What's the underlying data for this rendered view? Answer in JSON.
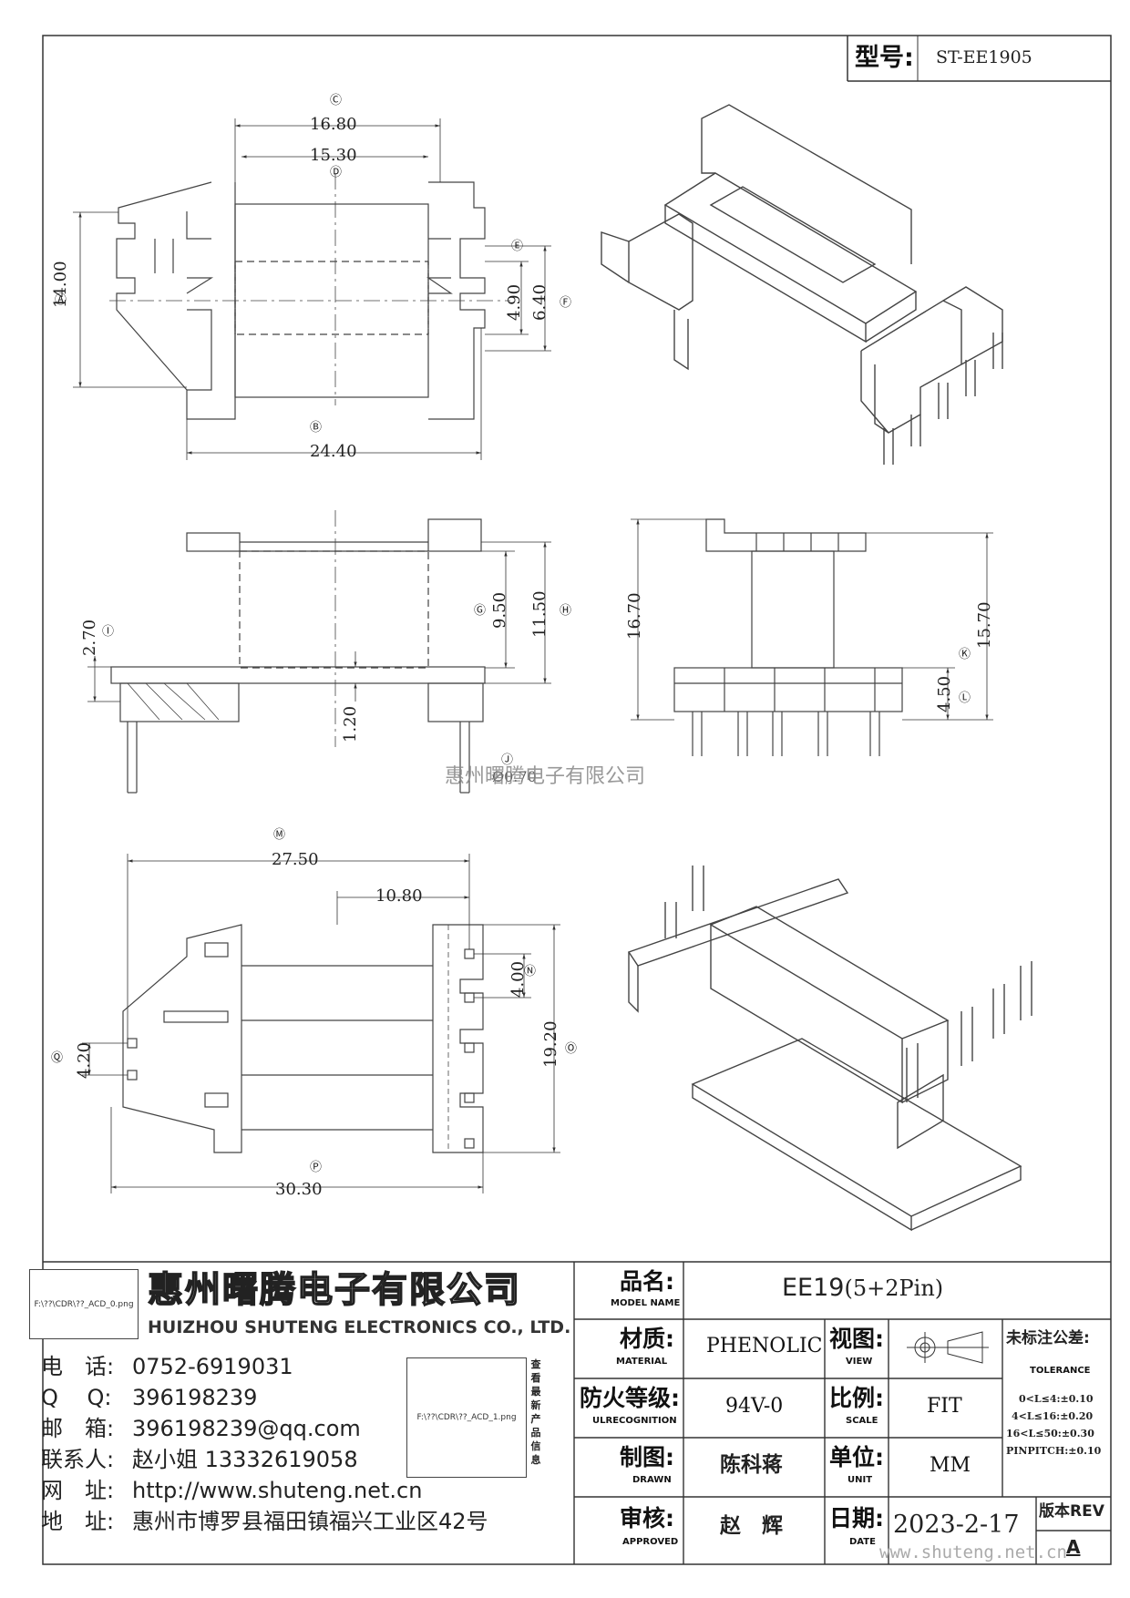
{
  "header": {
    "model_label": "型号:",
    "model_value": "ST-EE1905"
  },
  "dimensions": {
    "C": "16.80",
    "D": "15.30",
    "A": "14.00",
    "B": "24.40",
    "E": "4.90",
    "F": "6.40",
    "G": "9.50",
    "H": "11.50",
    "I": "2.70",
    "J": "1.20",
    "J2": "Ø0.70",
    "K": "15.70",
    "K2": "16.70",
    "L": "4.50",
    "M": "27.50",
    "N": "4.00",
    "N2": "10.80",
    "O": "19.20",
    "P": "30.30",
    "Q": "4.20"
  },
  "watermark": "惠州曙腾电子有限公司",
  "company": {
    "logo_path": "F:\\??\\CDR\\??_ACD_0.png",
    "name_cn": "惠州曙腾电子有限公司",
    "name_en": "HUIZHOU SHUTENG ELECTRONICS CO., LTD.",
    "contacts": [
      {
        "label": "电　话:",
        "value": "0752-6919031"
      },
      {
        "label": "Q　 Q:",
        "value": "396198239"
      },
      {
        "label": "邮　箱:",
        "value": "396198239@qq.com"
      },
      {
        "label": "联系人:",
        "value": "赵小姐 13332619058"
      },
      {
        "label": "网　址:",
        "value": "http://www.shuteng.net.cn"
      },
      {
        "label": "地　址:",
        "value": "惠州市博罗县福田镇福兴工业区42号"
      }
    ],
    "qr_path": "F:\\??\\CDR\\??_ACD_1.png",
    "qr_caption": "查看最新产品信息"
  },
  "titleblock": {
    "model_name_cn": "品名:",
    "model_name_en": "MODEL NAME",
    "model_name_value": "EE19",
    "model_name_suffix": "(5+2Pin)",
    "material_cn": "材质:",
    "material_en": "MATERIAL",
    "material_value": "PHENOLIC",
    "view_cn": "视图:",
    "view_en": "VIEW",
    "ul_cn": "防火等级:",
    "ul_en": "ULRECOGNITION",
    "ul_value": "94V-0",
    "scale_cn": "比例:",
    "scale_en": "SCALE",
    "scale_value": "FIT",
    "drawn_cn": "制图:",
    "drawn_en": "DRAWN",
    "drawn_value": "陈科蒋",
    "unit_cn": "单位:",
    "unit_en": "UNIT",
    "unit_value": "MM",
    "approved_cn": "审核:",
    "approved_en": "APPROVED",
    "approved_value": "赵　辉",
    "date_cn": "日期:",
    "date_en": "DATE",
    "date_value": "2023-2-17",
    "tolerance_cn": "未标注公差:",
    "tolerance_en": "TOLERANCE",
    "tolerance_lines": [
      "0<L≤4:±0.10",
      "4<L≤16:±0.20",
      "16<L≤50:±0.30",
      "PINPITCH:±0.10"
    ],
    "rev_label": "版本REV",
    "rev_value": "A",
    "footer_url": "www.shuteng.net.cn"
  }
}
